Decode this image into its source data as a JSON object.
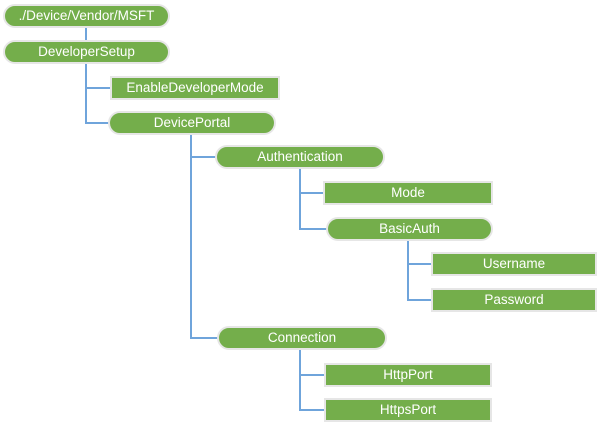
{
  "diagram": {
    "type": "tree",
    "colors": {
      "node_fill": "#74AE4B",
      "node_border": "#E6E6E6",
      "connector": "#6FA4DB",
      "node_text": "#FFFFFF",
      "background": "#FFFFFF"
    },
    "nodes": [
      {
        "id": "root",
        "label": "./Device/Vendor/MSFT",
        "shape": "rounded",
        "parent": null
      },
      {
        "id": "developer-setup",
        "label": "DeveloperSetup",
        "shape": "rounded",
        "parent": "root"
      },
      {
        "id": "enable-developer-mode",
        "label": "EnableDeveloperMode",
        "shape": "rect",
        "parent": "developer-setup"
      },
      {
        "id": "device-portal",
        "label": "DevicePortal",
        "shape": "rounded",
        "parent": "developer-setup"
      },
      {
        "id": "authentication",
        "label": "Authentication",
        "shape": "rounded",
        "parent": "device-portal"
      },
      {
        "id": "mode",
        "label": "Mode",
        "shape": "rect",
        "parent": "authentication"
      },
      {
        "id": "basic-auth",
        "label": "BasicAuth",
        "shape": "rounded",
        "parent": "authentication"
      },
      {
        "id": "username",
        "label": "Username",
        "shape": "rect",
        "parent": "basic-auth"
      },
      {
        "id": "password",
        "label": "Password",
        "shape": "rect",
        "parent": "basic-auth"
      },
      {
        "id": "connection",
        "label": "Connection",
        "shape": "rounded",
        "parent": "device-portal"
      },
      {
        "id": "http-port",
        "label": "HttpPort",
        "shape": "rect",
        "parent": "connection"
      },
      {
        "id": "https-port",
        "label": "HttpsPort",
        "shape": "rect",
        "parent": "connection"
      }
    ]
  }
}
